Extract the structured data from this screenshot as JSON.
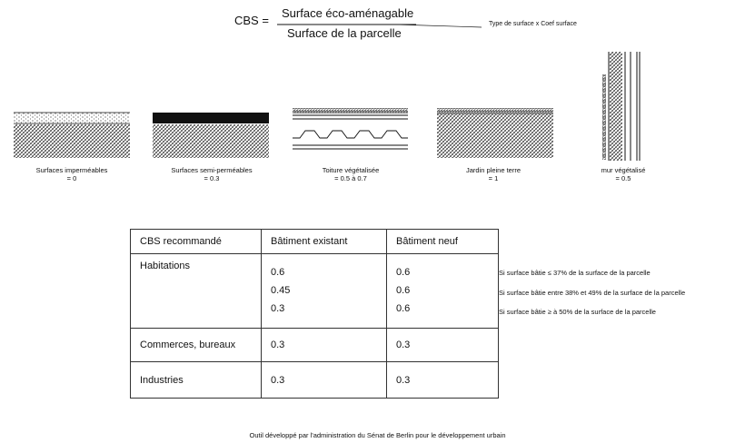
{
  "formula": {
    "lhs": "CBS =",
    "numerator": "Surface éco-aménagable",
    "denominator": "Surface de la parcelle",
    "note": "Type de surface x Coef surface"
  },
  "surfaces": [
    {
      "label": "Surfaces imperméables",
      "value": "= 0"
    },
    {
      "label": "Surfaces semi-perméables",
      "value": "= 0.3"
    },
    {
      "label": "Toiture végétalisée",
      "value": "= 0.5 à 0.7"
    },
    {
      "label": "Jardin pleine terre",
      "value": "= 1"
    },
    {
      "label": "mur végétalisé",
      "value": "= 0.5"
    }
  ],
  "table": {
    "headers": [
      "CBS recommandé",
      "Bâtiment existant",
      "Bâtiment neuf"
    ],
    "rows": [
      {
        "label": "Habitations",
        "existing": [
          "0.6",
          "0.45",
          "0.3"
        ],
        "new": [
          "0.6",
          "0.6",
          "0.6"
        ]
      },
      {
        "label": "Commerces, bureaux",
        "existing": [
          "0.3"
        ],
        "new": [
          "0.3"
        ]
      },
      {
        "label": "Industries",
        "existing": [
          "0.3"
        ],
        "new": [
          "0.3"
        ]
      }
    ]
  },
  "notes": [
    "Si surface bâtie ≤ 37% de la surface de la parcelle",
    "Si surface bâtie entre 38% et 49% de la surface de la parcelle",
    "Si surface bâtie ≥ à 50% de la surface de la parcelle"
  ],
  "footer": "Outil développé par l'administration du Sénat de Berlin pour le développement urbain"
}
